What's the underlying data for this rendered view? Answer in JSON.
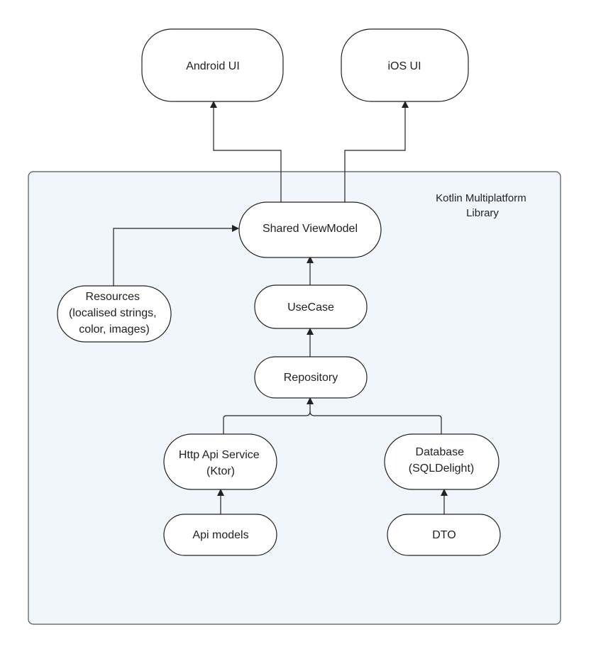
{
  "container": {
    "label_lines": [
      "Kotlin Multiplatform",
      "Library"
    ],
    "fill": "#f0f6fc",
    "stroke": "#555555"
  },
  "nodes": {
    "android_ui": {
      "lines": [
        "Android UI"
      ]
    },
    "ios_ui": {
      "lines": [
        "iOS UI"
      ]
    },
    "shared_viewmodel": {
      "lines": [
        "Shared ViewModel"
      ]
    },
    "resources": {
      "lines": [
        "Resources",
        "(localised strings,",
        "color, images)"
      ]
    },
    "usecase": {
      "lines": [
        "UseCase"
      ]
    },
    "repository": {
      "lines": [
        "Repository"
      ]
    },
    "http_api_service": {
      "lines": [
        "Http Api Service",
        "(Ktor)"
      ]
    },
    "database": {
      "lines": [
        "Database",
        "(SQLDelight)"
      ]
    },
    "api_models": {
      "lines": [
        "Api models"
      ]
    },
    "dto": {
      "lines": [
        "DTO"
      ]
    }
  },
  "edges": [
    {
      "from": "shared_viewmodel",
      "to": "android_ui"
    },
    {
      "from": "shared_viewmodel",
      "to": "ios_ui"
    },
    {
      "from": "resources",
      "to": "shared_viewmodel"
    },
    {
      "from": "usecase",
      "to": "shared_viewmodel"
    },
    {
      "from": "repository",
      "to": "usecase"
    },
    {
      "from": "http_api_service",
      "to": "repository"
    },
    {
      "from": "database",
      "to": "repository"
    },
    {
      "from": "api_models",
      "to": "http_api_service"
    },
    {
      "from": "dto",
      "to": "database"
    }
  ],
  "colors": {
    "node_fill": "#ffffff",
    "node_stroke": "#222222",
    "edge": "#222222",
    "text": "#222222"
  }
}
